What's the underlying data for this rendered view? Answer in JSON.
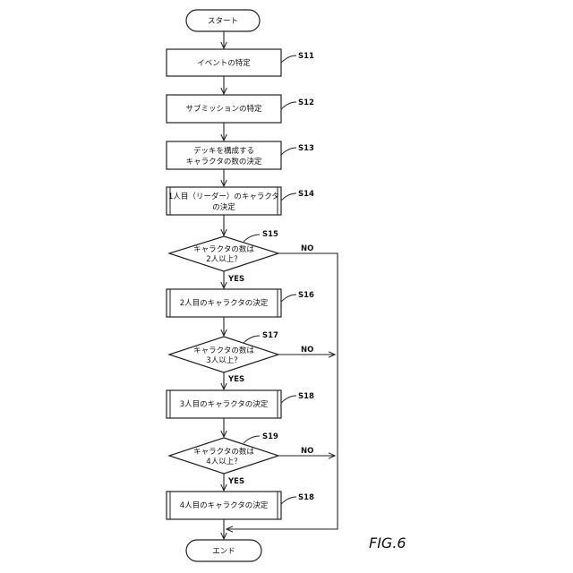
{
  "start": {
    "label": "スタート"
  },
  "end": {
    "label": "エンド"
  },
  "figure": {
    "label": "FIG.6"
  },
  "branch": {
    "yes": "YES",
    "no": "NO"
  },
  "steps": {
    "s11": {
      "id": "S11",
      "text": "イベントの特定"
    },
    "s12": {
      "id": "S12",
      "text": "サブミッションの特定"
    },
    "s13": {
      "id": "S13",
      "line1": "デッキを構成する",
      "line2": "キャラクタの数の決定"
    },
    "s14": {
      "id": "S14",
      "line1": "1人目（リーダー）のキャラクタ",
      "line2": "の決定"
    },
    "s15": {
      "id": "S15",
      "line1": "キャラクタの数は",
      "line2": "2人以上？"
    },
    "s16": {
      "id": "S16",
      "text": "2人目のキャラクタの決定"
    },
    "s17": {
      "id": "S17",
      "line1": "キャラクタの数は",
      "line2": "3人以上？"
    },
    "s18a": {
      "id": "S18",
      "text": "3人目のキャラクタの決定"
    },
    "s19": {
      "id": "S19",
      "line1": "キャラクタの数は",
      "line2": "4人以上？"
    },
    "s18b": {
      "id": "S18",
      "text": "4人目のキャラクタの決定"
    }
  }
}
